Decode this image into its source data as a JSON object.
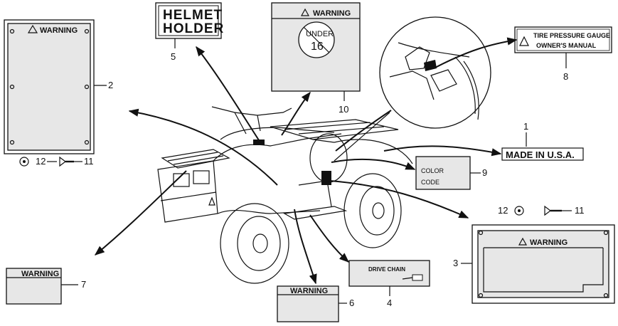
{
  "labels": {
    "warning": "WARNING",
    "helmet_line1": "HELMET",
    "helmet_line2": "HOLDER",
    "under": "UNDER",
    "age": "16",
    "tire_line1": "TIRE PRESSURE GAUGE",
    "tire_line2": "OWNER'S MANUAL",
    "made_in": "MADE IN U.S.A.",
    "color": "COLOR",
    "code": "CODE",
    "drive_chain": "DRIVE CHAIN"
  },
  "callouts": {
    "n1": "1",
    "n2": "2",
    "n3": "3",
    "n4": "4",
    "n5": "5",
    "n6": "6",
    "n7": "7",
    "n8": "8",
    "n9": "9",
    "n10": "10",
    "n11_left": "11",
    "n12_left": "12",
    "n11_right": "11",
    "n12_right": "12"
  },
  "colors": {
    "ink": "#111111",
    "panel_fill": "#e7e7e7"
  }
}
